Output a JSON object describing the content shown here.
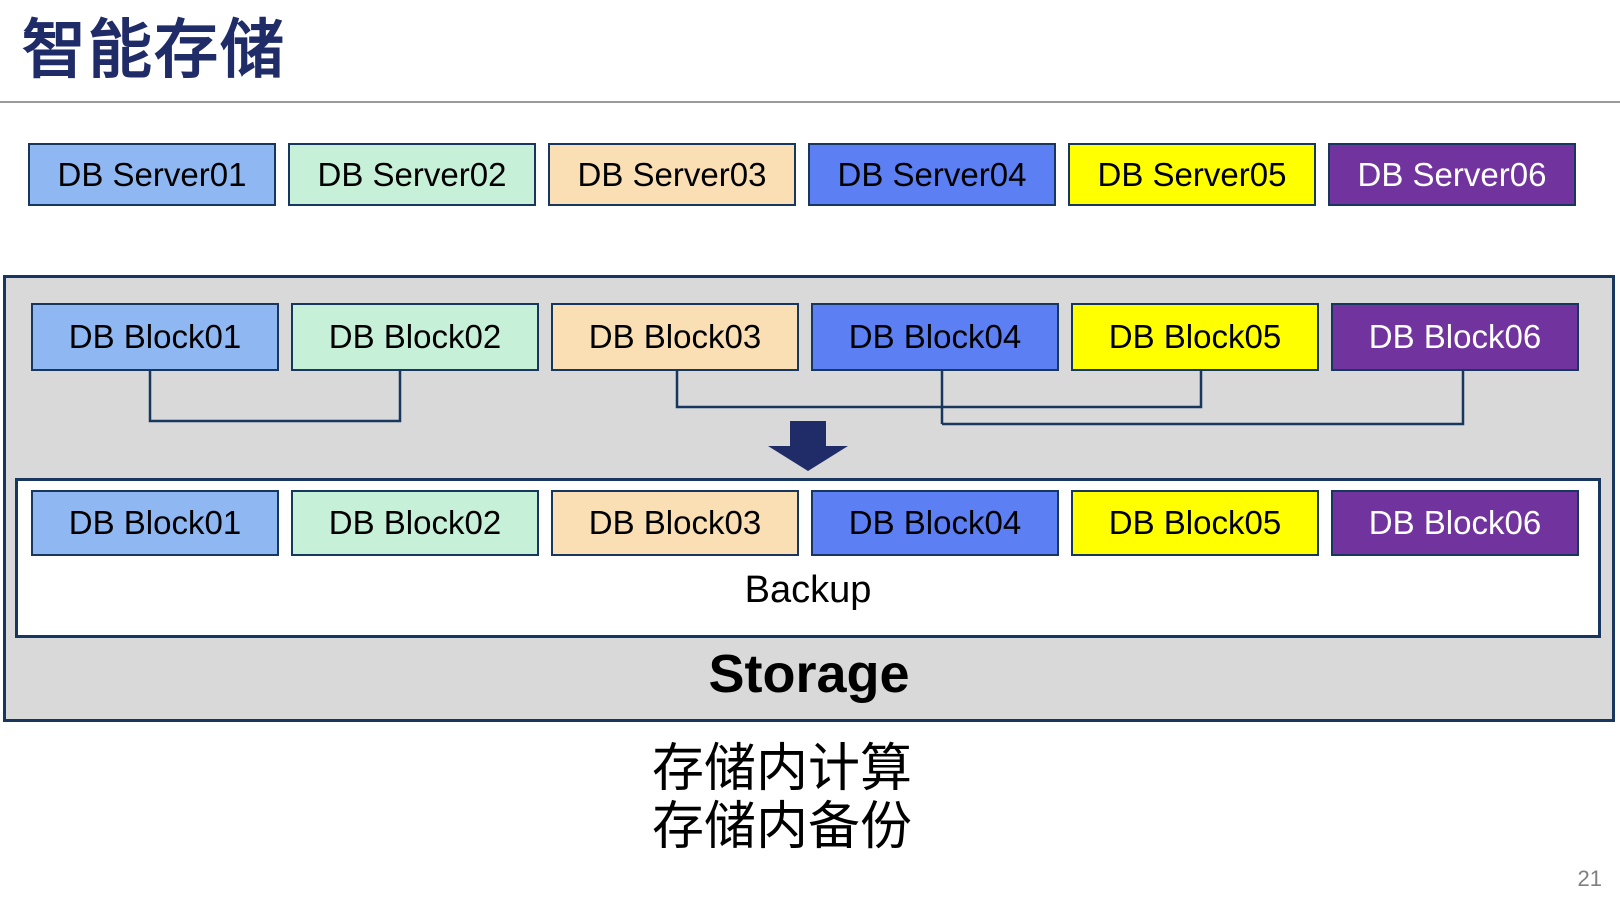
{
  "title": "智能存储",
  "page_number": "21",
  "palette": {
    "navy_border": "#17375E",
    "title_navy": "#1F2C67",
    "container_gray": "#D9D9D9",
    "divider_gray": "#9a9a9a",
    "page_number_gray": "#808080"
  },
  "servers": [
    {
      "label": "DB Server01",
      "bg": "#8FB8F3",
      "fg": "#000000"
    },
    {
      "label": "DB Server02",
      "bg": "#C7F0D8",
      "fg": "#000000"
    },
    {
      "label": "DB Server03",
      "bg": "#F9DFB3",
      "fg": "#000000"
    },
    {
      "label": "DB Server04",
      "bg": "#5C7FF3",
      "fg": "#000000"
    },
    {
      "label": "DB Server05",
      "bg": "#FFFF00",
      "fg": "#000000"
    },
    {
      "label": "DB Server06",
      "bg": "#71339E",
      "fg": "#FFFFFF"
    }
  ],
  "blocks_top": [
    {
      "label": "DB Block01",
      "bg": "#8FB8F3",
      "fg": "#000000"
    },
    {
      "label": "DB Block02",
      "bg": "#C7F0D8",
      "fg": "#000000"
    },
    {
      "label": "DB Block03",
      "bg": "#F9DFB3",
      "fg": "#000000"
    },
    {
      "label": "DB Block04",
      "bg": "#5C7FF3",
      "fg": "#000000"
    },
    {
      "label": "DB Block05",
      "bg": "#FFFF00",
      "fg": "#000000"
    },
    {
      "label": "DB Block06",
      "bg": "#71339E",
      "fg": "#FFFFFF"
    }
  ],
  "blocks_bottom": [
    {
      "label": "DB Block01",
      "bg": "#8FB8F3",
      "fg": "#000000"
    },
    {
      "label": "DB Block02",
      "bg": "#C7F0D8",
      "fg": "#000000"
    },
    {
      "label": "DB Block03",
      "bg": "#F9DFB3",
      "fg": "#000000"
    },
    {
      "label": "DB Block04",
      "bg": "#5C7FF3",
      "fg": "#000000"
    },
    {
      "label": "DB Block05",
      "bg": "#FFFF00",
      "fg": "#000000"
    },
    {
      "label": "DB Block06",
      "bg": "#71339E",
      "fg": "#FFFFFF"
    }
  ],
  "backup_label": "Backup",
  "storage_label": "Storage",
  "captions": {
    "line1": "存储内计算",
    "line2": "存储内备份"
  }
}
